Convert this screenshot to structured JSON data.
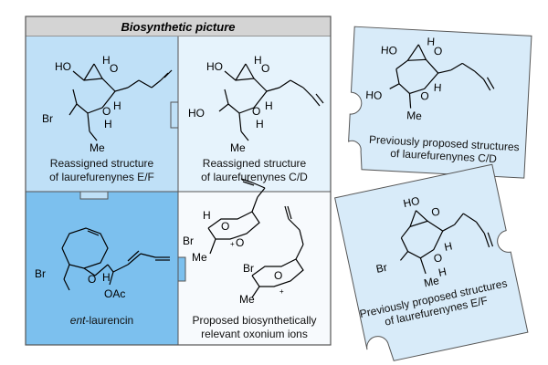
{
  "header": {
    "title": "Biosynthetic picture"
  },
  "panels": [
    {
      "id": "ef",
      "caption": [
        "Reassigned structure",
        "of laurefurenynes E/F"
      ]
    },
    {
      "id": "cd",
      "caption": [
        "Reassigned structure",
        "of laurefurenynes C/D"
      ]
    },
    {
      "id": "laurencin",
      "caption_prefix": "ent",
      "caption_rest": "-laurencin"
    },
    {
      "id": "oxonium",
      "caption": [
        "Proposed biosynthetically",
        "relevant oxonium ions"
      ]
    }
  ],
  "pieces": [
    {
      "id": "prev-cd",
      "caption": [
        "Previously proposed structures",
        "of laurefurenynes C/D"
      ]
    },
    {
      "id": "prev-ef",
      "caption": [
        "Previously proposed structures",
        "of laurefurenynes E/F"
      ]
    }
  ],
  "atom_labels": {
    "ho": "HO",
    "h": "H",
    "o": "O",
    "br": "Br",
    "me": "Me",
    "oac": "OAc",
    "plus": "+"
  },
  "colors": {
    "header_fill": "#d4d4d4",
    "panel_ef": "#bfe0f7",
    "panel_cd": "#e6f3fc",
    "panel_laurencin": "#7cc0ee",
    "panel_oxonium": "#f7fafd",
    "piece_fill": "#d8ebf9",
    "border": "#555555"
  },
  "icons": [
    "puzzle-piece",
    "molecule-structure"
  ]
}
